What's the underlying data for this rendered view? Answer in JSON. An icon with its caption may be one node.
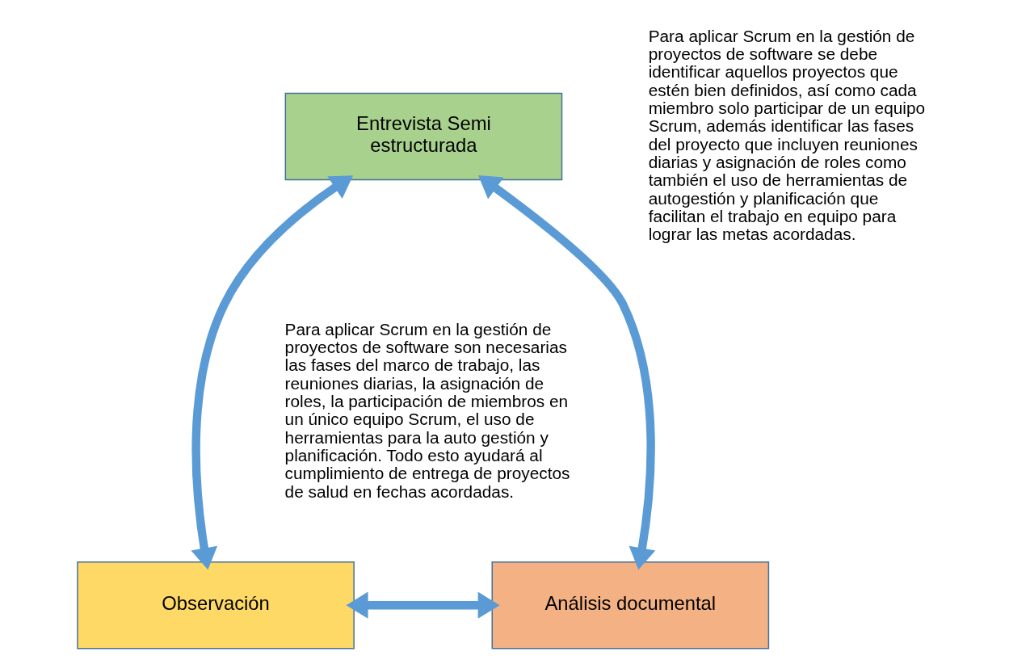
{
  "diagram": {
    "nodes": [
      {
        "text": [
          "Entrevista Semi estructurada"
        ]
      },
      {
        "text": [
          "Observación"
        ]
      },
      {
        "text": [
          "Análisis documental"
        ]
      }
    ],
    "edges": [
      {
        "from": 0,
        "to": 1,
        "arrow": "both"
      },
      {
        "from": 0,
        "to": 2,
        "arrow": "both"
      },
      {
        "from": 1,
        "to": 2,
        "arrow": "both"
      }
    ],
    "labels": [
      "Para aplicar Scrum en la gestión de proyectos de software se debe identificar aquellos proyectos que estén bien definidos, así como cada miembro solo participar de un equipo Scrum, además identificar las fases del proyecto que incluyen reuniones diarias y asignación de roles como también el uso de herramientas de autogestión y planificación que facilitan el trabajo en equipo para lograr las metas acordadas.",
      "Para aplicar Scrum en la gestión de proyectos de software son necesarias las fases del marco de trabajo, las reuniones diarias, la asignación de roles, la participación de miembros en un único equipo Scrum, el uso de herramientas para la auto gestión y planificación. Todo esto ayudará al cumplimiento de entrega de proyectos de salud en fechas acordadas."
    ]
  }
}
